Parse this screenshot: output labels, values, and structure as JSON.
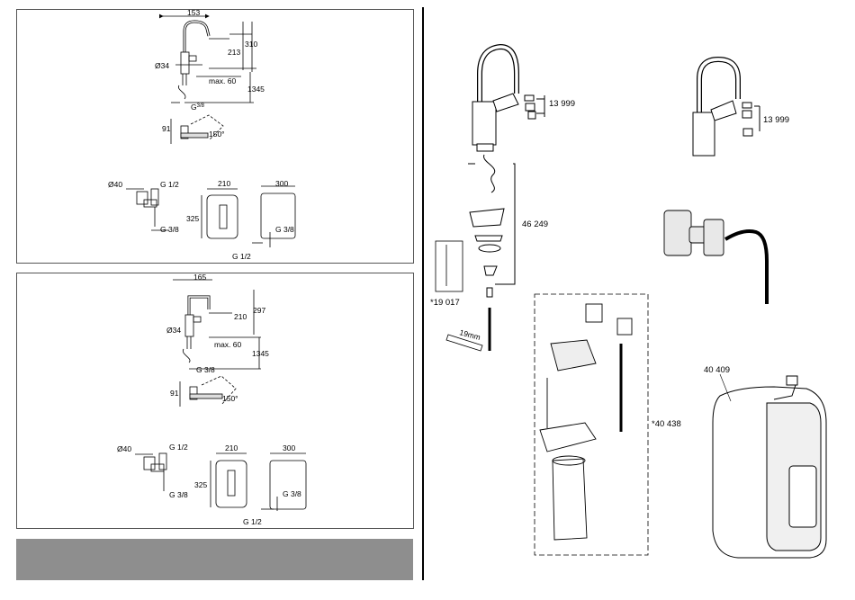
{
  "top_drawing": {
    "dims": {
      "width_153": "153",
      "height_310": "310",
      "height_213": "213",
      "dia_34": "Ø34",
      "max60": "max. 60",
      "len_1345": "1345",
      "thread_g38": "G",
      "frac": "3/8",
      "depth_91": "91",
      "angle_150": "150°",
      "dia_40": "Ø40",
      "g12": "G 1/2",
      "g38_b": "G 3/8",
      "w210": "210",
      "h325": "325",
      "w300": "300",
      "g38_c": "G 3/8",
      "g12_b": "G 1/2"
    }
  },
  "bottom_drawing": {
    "dims": {
      "width_165": "165",
      "height_297": "297",
      "height_210": "210",
      "dia_34": "Ø34",
      "max60": "max. 60",
      "len_1345": "1345",
      "thread_g38": "G 3/8",
      "depth_91": "91",
      "angle_150": "150°",
      "dia_40": "Ø40",
      "g12": "G 1/2",
      "g38_b": "G 3/8",
      "w210": "210",
      "h325": "325",
      "w300": "300",
      "g38_c": "G 3/8",
      "g12_b": "G 1/2"
    }
  },
  "parts": {
    "aerator_a": "13 999",
    "aerator_b": "13 999",
    "hose": "46 249",
    "tool": "*19 017",
    "filter": "*40 438",
    "chiller": "40 409",
    "tool_label": "19mm"
  }
}
